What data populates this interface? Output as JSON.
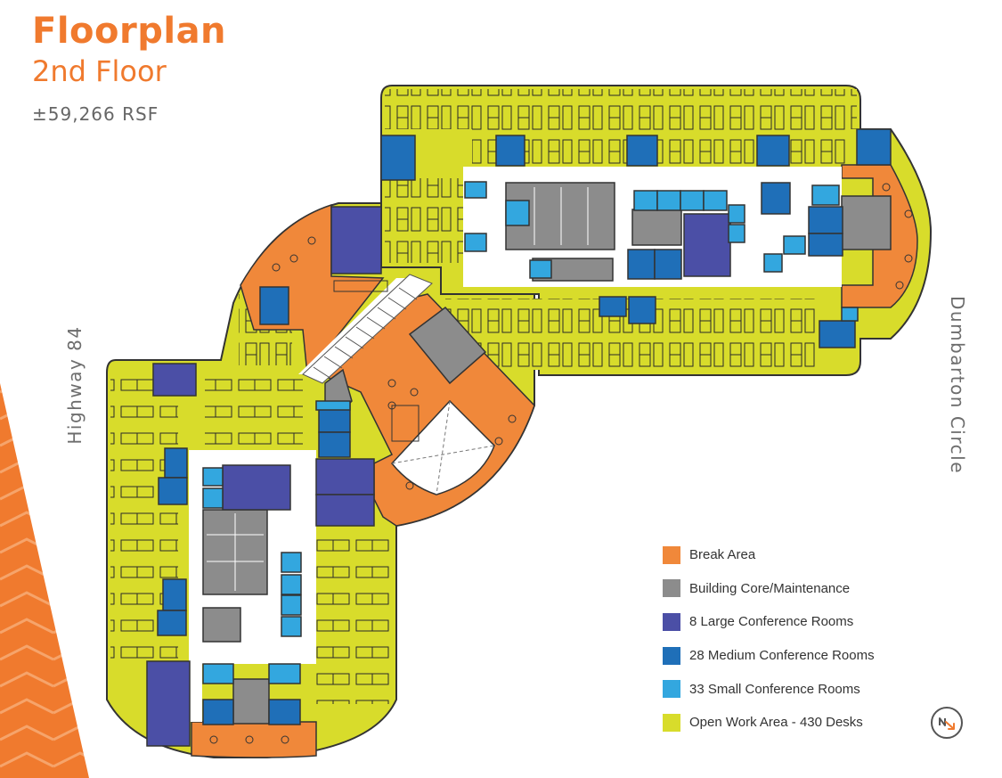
{
  "header": {
    "title": "Floorplan",
    "subtitle": "2nd Floor",
    "area": "±59,266 RSF"
  },
  "streets": {
    "left": "Highway 84",
    "right": "Dumbarton Circle"
  },
  "colors": {
    "accent": "#f07a2e",
    "break_area": "#f0883a",
    "building_core": "#8c8c8c",
    "large_conference": "#4b4fa6",
    "medium_conference": "#1f6fb8",
    "small_conference": "#33a7df",
    "open_work": "#d8dc2b"
  },
  "legend": [
    {
      "label": "Break Area",
      "color": "#f0883a"
    },
    {
      "label": "Building Core/Maintenance",
      "color": "#8c8c8c"
    },
    {
      "label": "8 Large Conference Rooms",
      "color": "#4b4fa6"
    },
    {
      "label": "28 Medium Conference Rooms",
      "color": "#1f6fb8"
    },
    {
      "label": "33 Small Conference Rooms",
      "color": "#33a7df"
    },
    {
      "label": "Open Work Area - 430 Desks",
      "color": "#d8dc2b"
    }
  ],
  "compass": {
    "icon": "north-arrow-icon"
  }
}
